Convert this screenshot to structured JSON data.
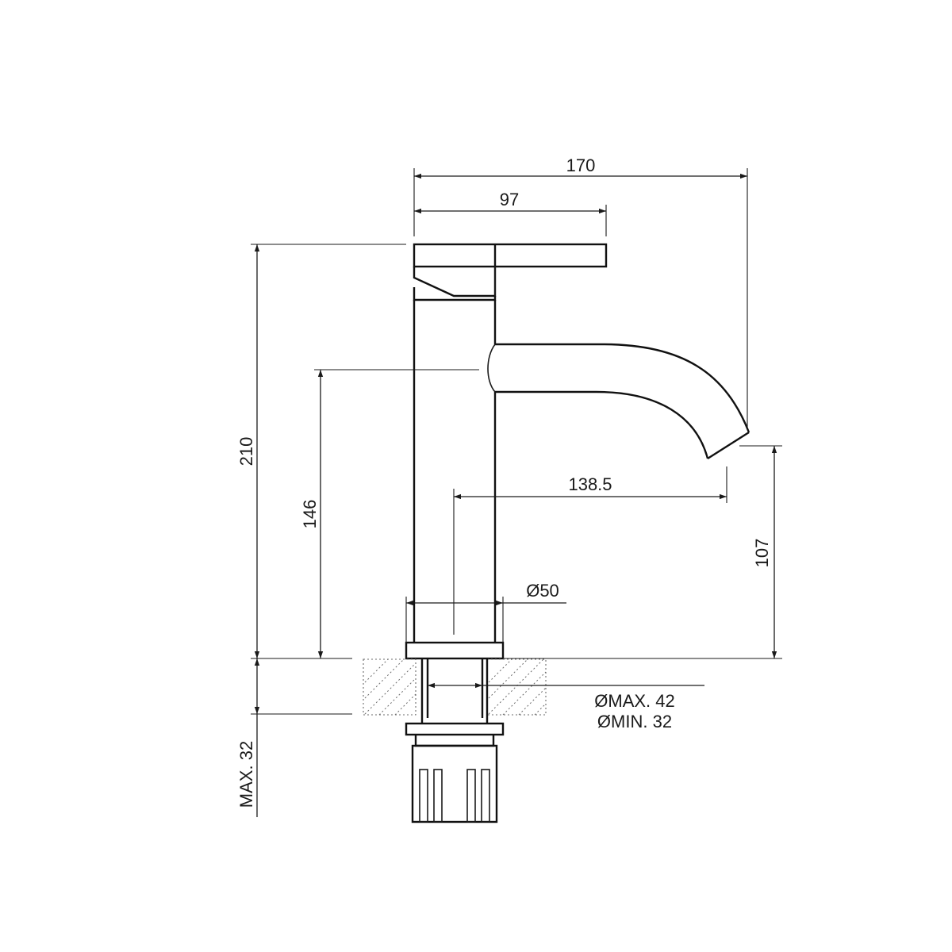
{
  "dimensions": {
    "overall_width": "170",
    "handle_width": "97",
    "overall_height": "210",
    "spout_height": "146",
    "spout_reach": "138.5",
    "outlet_height": "107",
    "body_diameter": "Ø50",
    "hole_max": "ØMAX. 42",
    "hole_min": "ØMIN. 32",
    "deck_thickness": "MAX. 32"
  },
  "colors": {
    "line": "#1a1a1a",
    "hatch": "#6b6b6b",
    "background": "#ffffff"
  }
}
